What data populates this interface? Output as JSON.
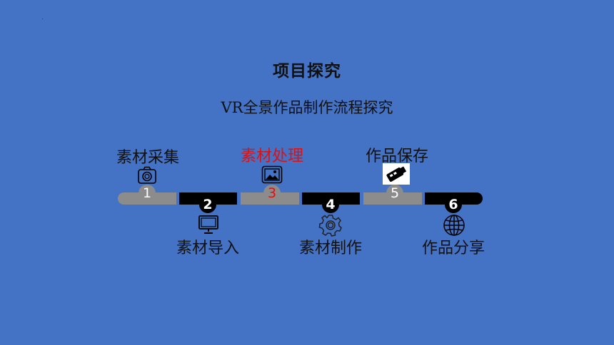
{
  "slide": {
    "title": "项目探究",
    "subtitle": "VR全景作品制作流程探究"
  },
  "steps": [
    {
      "number": "1",
      "label": "素材采集",
      "icon": "camera-icon"
    },
    {
      "number": "2",
      "label": "素材导入",
      "icon": "monitor-icon"
    },
    {
      "number": "3",
      "label": "素材处理",
      "icon": "image-icon"
    },
    {
      "number": "4",
      "label": "素材制作",
      "icon": "gear-icon"
    },
    {
      "number": "5",
      "label": "作品保存",
      "icon": "usb-drive-icon"
    },
    {
      "number": "6",
      "label": "作品分享",
      "icon": "globe-icon"
    }
  ],
  "colors": {
    "background": "#4472c4",
    "active_step": "#e01010",
    "segment_gray": "#8c8c8c",
    "segment_black": "#000000"
  }
}
